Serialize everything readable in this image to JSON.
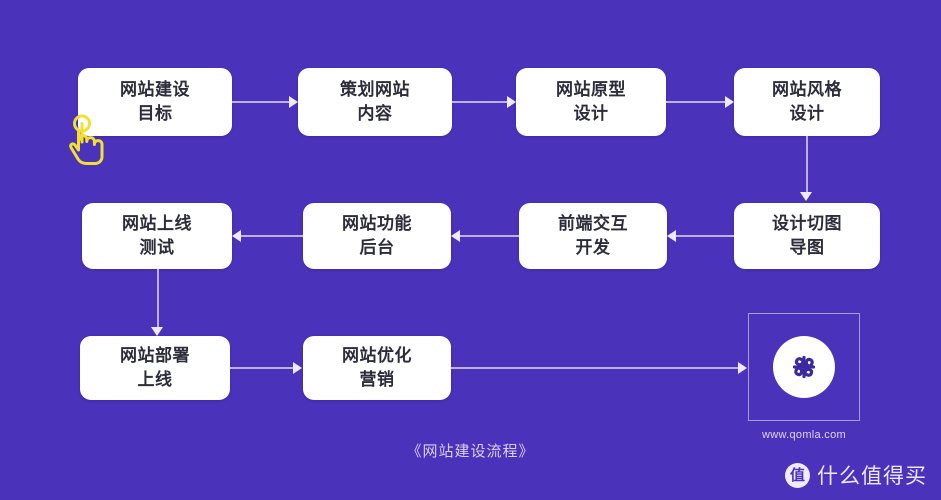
{
  "diagram": {
    "title": "《网站建设流程》",
    "background_color": "#4b32bb",
    "node_fill_color": "#ffffff",
    "node_text_color": "#2c2c3b",
    "connector_color": "#bcb2ea",
    "rows": [
      {
        "direction": "left-to-right",
        "nodes": [
          {
            "id": "n1",
            "text": "网站建设\n目标"
          },
          {
            "id": "n2",
            "text": "策划网站\n内容"
          },
          {
            "id": "n3",
            "text": "网站原型\n设计"
          },
          {
            "id": "n4",
            "text": "网站风格\n设计"
          }
        ]
      },
      {
        "direction": "right-to-left",
        "nodes": [
          {
            "id": "n8",
            "text": "网站上线\n测试"
          },
          {
            "id": "n7",
            "text": "网站功能\n后台"
          },
          {
            "id": "n6",
            "text": "前端交互\n开发"
          },
          {
            "id": "n5",
            "text": "设计切图\n导图"
          }
        ]
      },
      {
        "direction": "left-to-right",
        "nodes": [
          {
            "id": "n9",
            "text": "网站部署\n上线"
          },
          {
            "id": "n10",
            "text": "网站优化\n营销"
          }
        ]
      }
    ]
  },
  "logo": {
    "url_text": "www.qomla.com",
    "mark_name": "qomla-clover-logo"
  },
  "cursor": {
    "icon_name": "tap-hand-cursor",
    "color": "#f2e030"
  },
  "watermark": {
    "badge_text": "值",
    "text": "什么值得买"
  }
}
